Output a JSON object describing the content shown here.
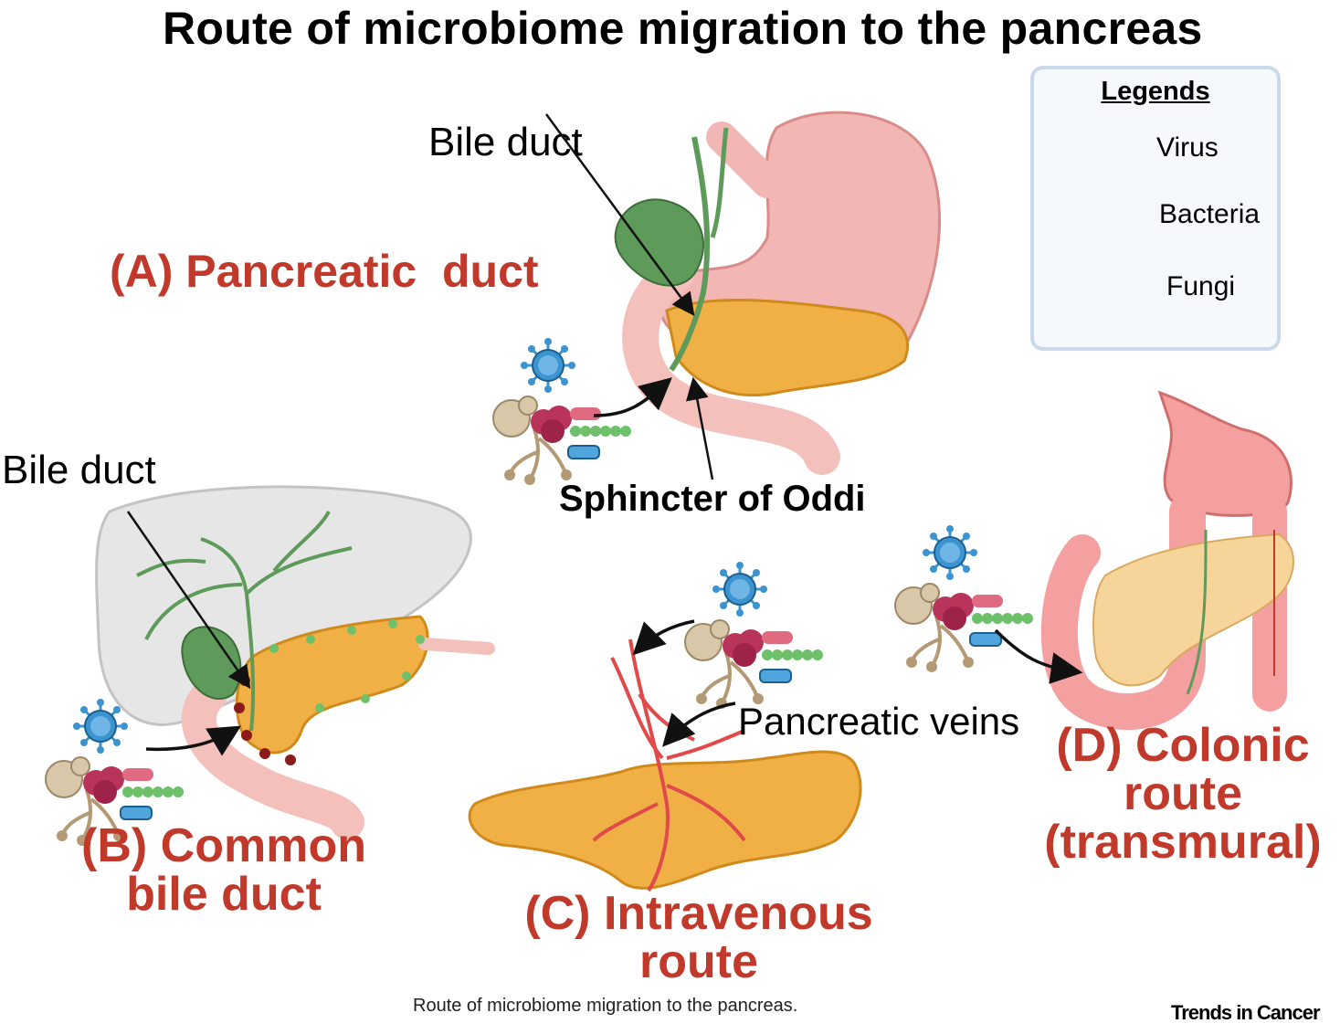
{
  "title": "Route of microbiome migration to the pancreas",
  "legend": {
    "title": "Legends",
    "items": [
      {
        "label": "Virus",
        "icon": "virus-icon"
      },
      {
        "label": "Bacteria",
        "icon": "bacteria-icon"
      },
      {
        "label": "Fungi",
        "icon": "fungi-icon"
      }
    ]
  },
  "panels": {
    "a": {
      "label": "(A) Pancreatic  duct",
      "bile_duct": "Bile duct",
      "sphincter": "Sphincter of Oddi"
    },
    "b": {
      "label_line1": "(B) Common",
      "label_line2": "bile duct",
      "bile_duct": "Bile duct"
    },
    "c": {
      "label_line1": "(C) Intravenous",
      "label_line2": "route",
      "veins": "Pancreatic veins"
    },
    "d": {
      "label_line1": "(D) Colonic",
      "label_line2": "route",
      "label_line3": "(transmural)"
    }
  },
  "caption": "Route of microbiome migration to the pancreas.",
  "brand": "Trends in Cancer",
  "colors": {
    "accent_red": "#c0392b",
    "pancreas": "#f0b045",
    "stomach": "#f2b7b4",
    "gallbladder": "#5e9a5a",
    "virus": "#3b93cf",
    "legend_border": "#c9d9ec"
  }
}
